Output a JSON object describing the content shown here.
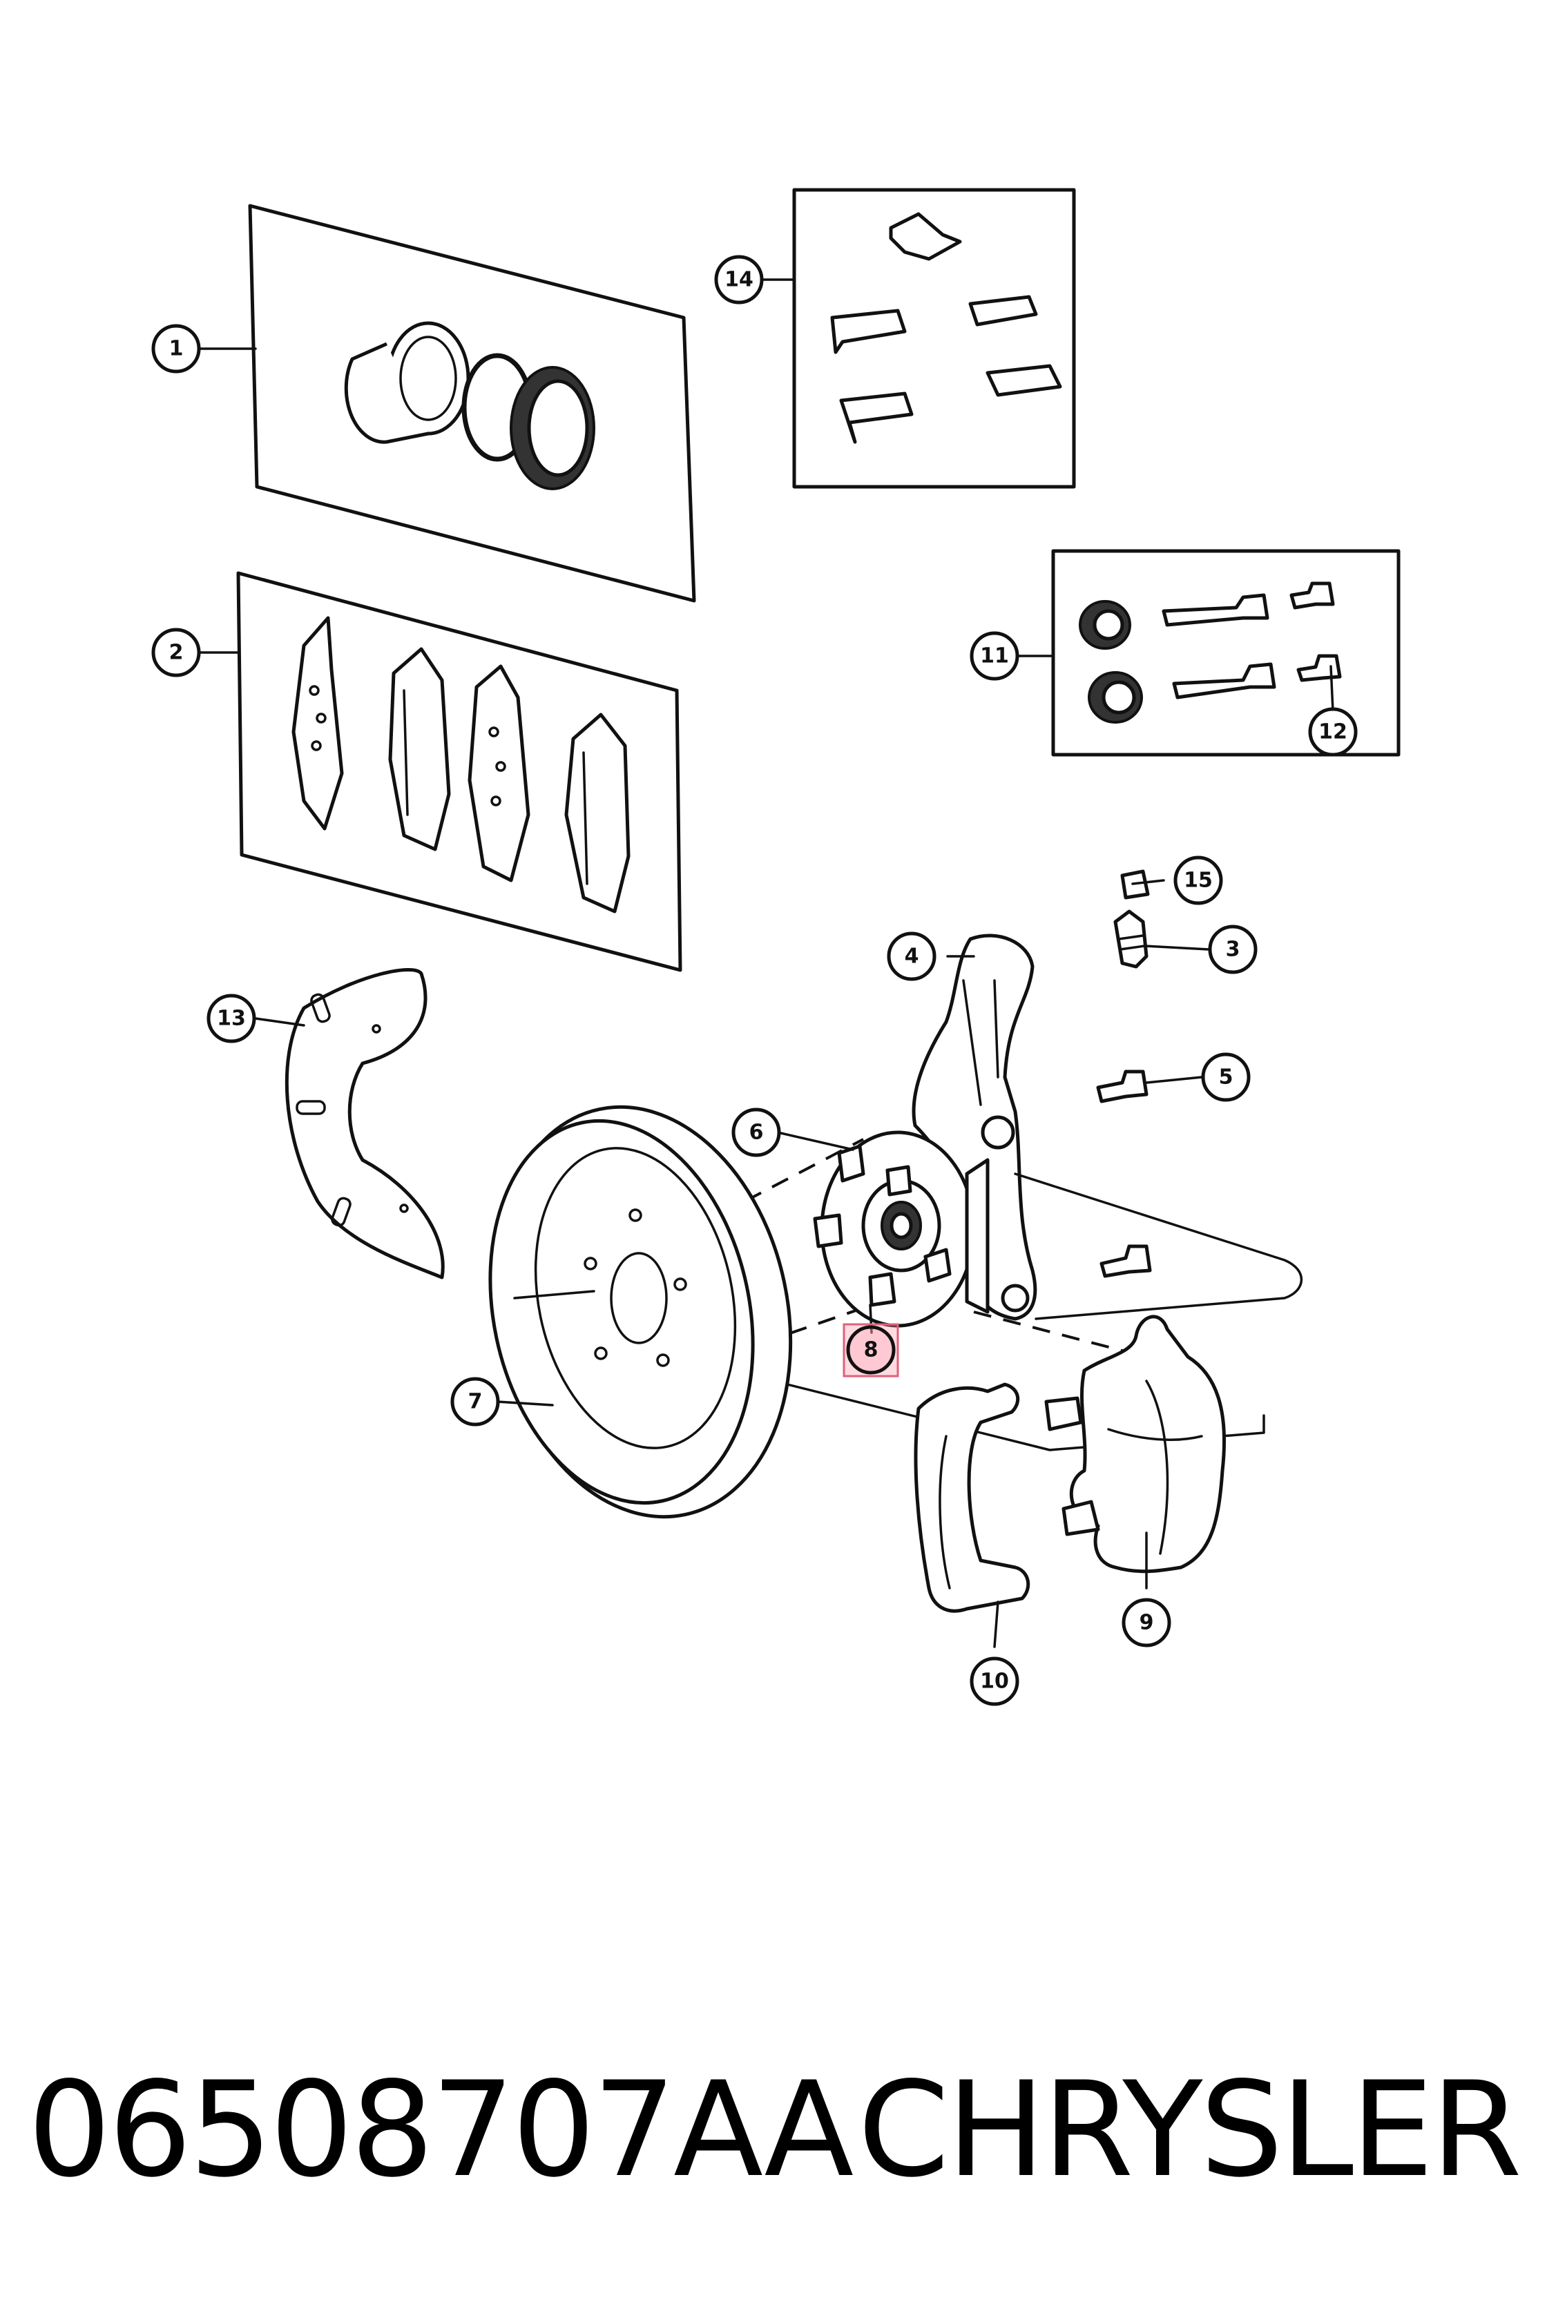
{
  "callouts": [
    {
      "label": "1"
    },
    {
      "label": "2"
    },
    {
      "label": "3"
    },
    {
      "label": "4"
    },
    {
      "label": "5"
    },
    {
      "label": "6"
    },
    {
      "label": "7"
    },
    {
      "label": "8"
    },
    {
      "label": "9"
    },
    {
      "label": "10"
    },
    {
      "label": "11"
    },
    {
      "label": "12"
    },
    {
      "label": "13"
    },
    {
      "label": "14"
    },
    {
      "label": "15"
    }
  ],
  "highlighted_callout": "8",
  "colors": {
    "highlight": "#e0607a",
    "ink": "#111111"
  },
  "footer": {
    "part_number": "06508707AA",
    "brand": "CHRYSLER"
  }
}
